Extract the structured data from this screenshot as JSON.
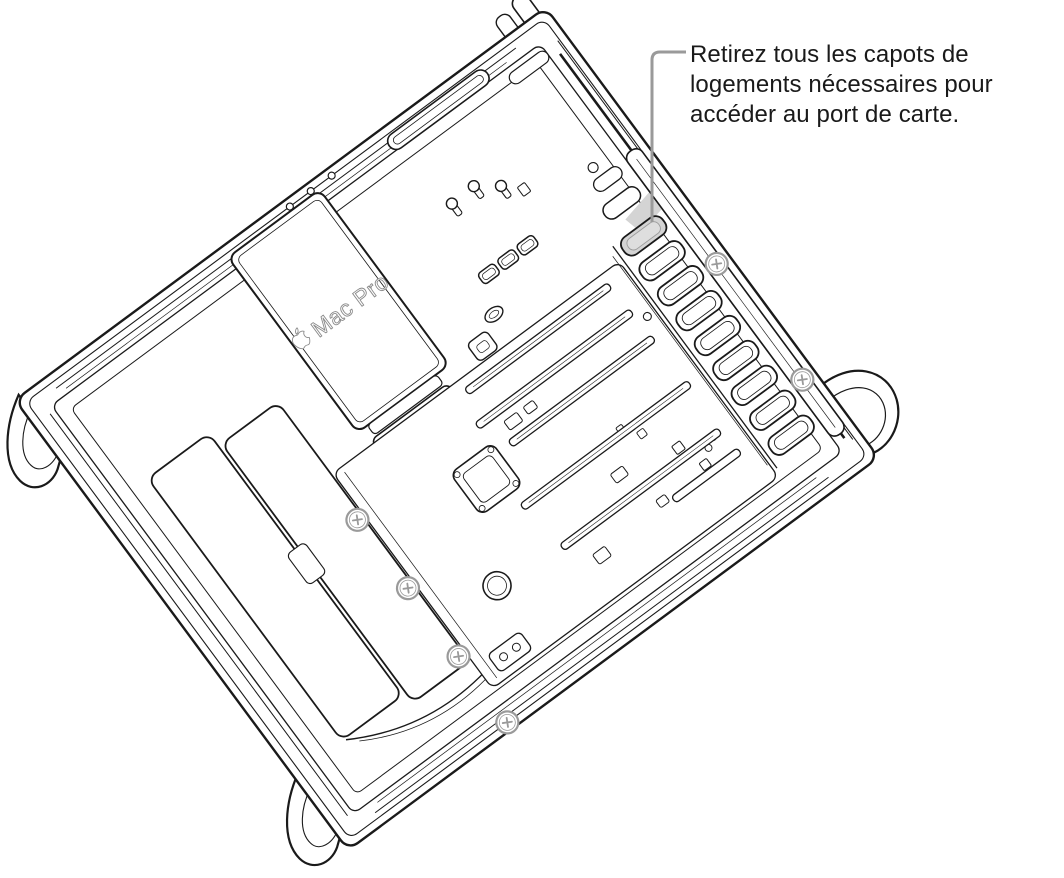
{
  "callout": {
    "lines": [
      "Retirez tous les capots de",
      "logements nécessaires pour",
      "accéder au port de carte."
    ],
    "full_text": "Retirez tous les capots de logements nécessaires pour accéder au port de carte."
  },
  "illustration": {
    "device_label": "Mac Pro",
    "icons": {
      "logo": "apple-logo-icon",
      "screw": "phillips-screw-icon"
    }
  },
  "colors": {
    "ink": "#1a1a1a",
    "background": "#ffffff",
    "highlight_fill": "#d4d4d4",
    "highlight_inner": "#dedede",
    "callout_line": "#9a9a9a",
    "label_outline": "#8a8a8a",
    "screw_gray": "#9a9a9a"
  }
}
